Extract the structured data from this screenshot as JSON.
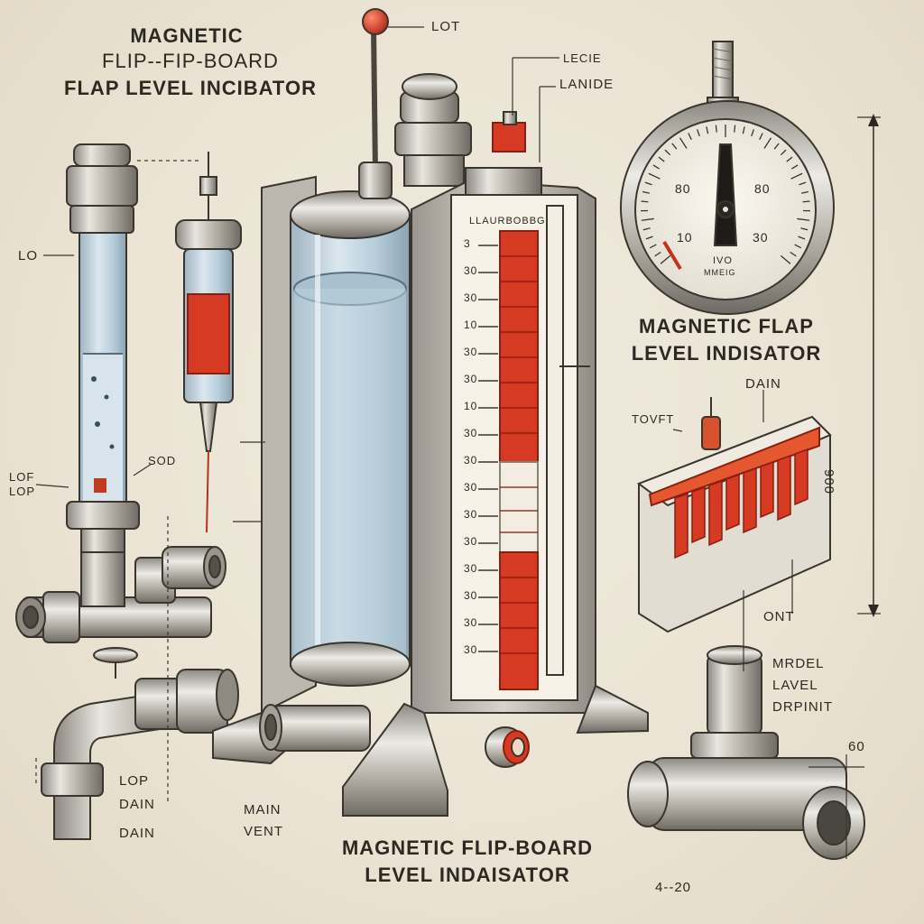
{
  "titles": {
    "top_left_line1": "MAGNETIC",
    "top_left_line2": "FLIP--FIP-BOARD",
    "top_left_line3": "FLAP LEVEL INCIBATOR",
    "right_line1": "MAGNETIC FLAP",
    "right_line2": "LEVEL INDISATOR",
    "bottom_line1": "MAGNETIC FLIP-BOARD",
    "bottom_line2": "LEVEL INDAISATOR"
  },
  "callouts": {
    "lot": "LOT",
    "lecie": "LECIE",
    "lanide": "LANIDE",
    "lo_left": "LO",
    "loft": "LOF",
    "lop_small": "LOP",
    "sod": "SOD",
    "lop_drain": "LOP",
    "dain1": "DAIN",
    "dain2": "DAIN",
    "main_vent_1": "MAIN",
    "main_vent_2": "VENT",
    "dain_right": "DAIN",
    "tovft": "TOVFT",
    "ont": "ONT",
    "model_1": "MRDEL",
    "model_2": "LAVEL",
    "model_3": "DRPINIT",
    "sixty": "60",
    "dim_vertical": "900",
    "bottom_num": "4--20",
    "scale_header": "LLAURBOBBG"
  },
  "gauge": {
    "tick_label_tl": "80",
    "tick_label_tr": "80",
    "tick_label_bl": "10",
    "tick_label_br": "30",
    "face_text_1": "IVO",
    "face_text_2": "MMEIG"
  },
  "scale_marks": [
    "3",
    "30",
    "30",
    "10",
    "30",
    "30",
    "10",
    "30",
    "30",
    "30",
    "30",
    "30",
    "30",
    "30",
    "30",
    "30"
  ],
  "colors": {
    "accent_red": "#d63a22",
    "metal": "#b9b5ad",
    "ink": "#2d2822",
    "water": "#b9cfdc",
    "paper": "#ebe4d4"
  }
}
